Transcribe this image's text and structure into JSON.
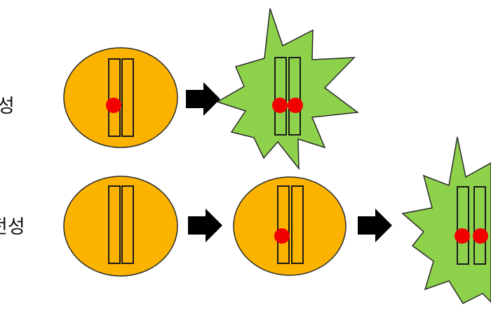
{
  "rows": [
    {
      "label": "성",
      "stages": [
        "normal-cell-with-mutation",
        "cancer-cell-two-mutations"
      ]
    },
    {
      "label": "전성",
      "stages": [
        "normal-cell",
        "normal-cell-with-mutation",
        "cancer-cell-two-mutations"
      ]
    }
  ],
  "colors": {
    "normal_cell_fill": "#FBB300",
    "cancer_cell_fill": "#8ED14B",
    "mutation_dot": "#F20000",
    "arrow": "#000000",
    "chromosome_stroke": "#1A1A1A",
    "outline": "#2A2A2A"
  },
  "icons": {
    "arrow": "right-arrow-icon"
  }
}
